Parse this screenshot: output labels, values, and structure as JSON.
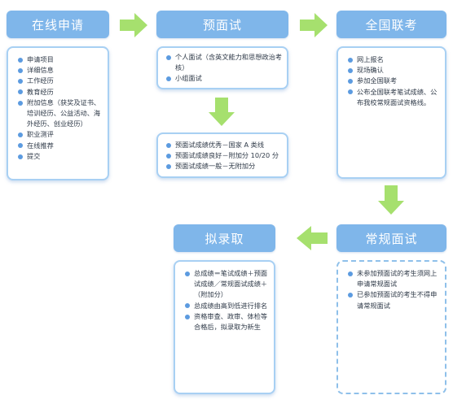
{
  "colors": {
    "header_bg": "#7fb6ea",
    "box_border": "#a8d0f3",
    "bullet": "#5c9be0",
    "arrow": "#a6e06e"
  },
  "steps": {
    "apply": {
      "title": "在线申请",
      "items": [
        "申请项目",
        "详细信息",
        "工作经历",
        "教育经历",
        "附加信息（获奖及证书、培训经历、公益活动、海外经历、创业经历）",
        "职业测评",
        "在线推荐",
        "提交"
      ]
    },
    "prescreen": {
      "title": "预面试",
      "items": [
        "个人面试（含英文能力和思想政治考核）",
        "小组面试"
      ],
      "results": [
        "预面试成绩优秀－国家 A 类线",
        "预面试成绩良好－附加分 10/20 分",
        "预面试成绩一般－无附加分"
      ]
    },
    "exam": {
      "title": "全国联考",
      "items": [
        "网上报名",
        "现场确认",
        "参加全国联考",
        "公布全国联考笔试成绩、公布我校常规面试资格线。"
      ]
    },
    "regular": {
      "title": "常规面试",
      "items": [
        "未参加预面试的考生须网上申请常规面试",
        "已参加预面试的考生不得申请常规面试"
      ]
    },
    "admit": {
      "title": "拟录取",
      "items": [
        "总成绩＝笔试成绩＋预面试成绩／常规面试成绩＋（附加分）",
        "总成绩由高到低进行排名",
        "资格审查、政审、体检等合格后，拟录取为新生"
      ]
    }
  }
}
